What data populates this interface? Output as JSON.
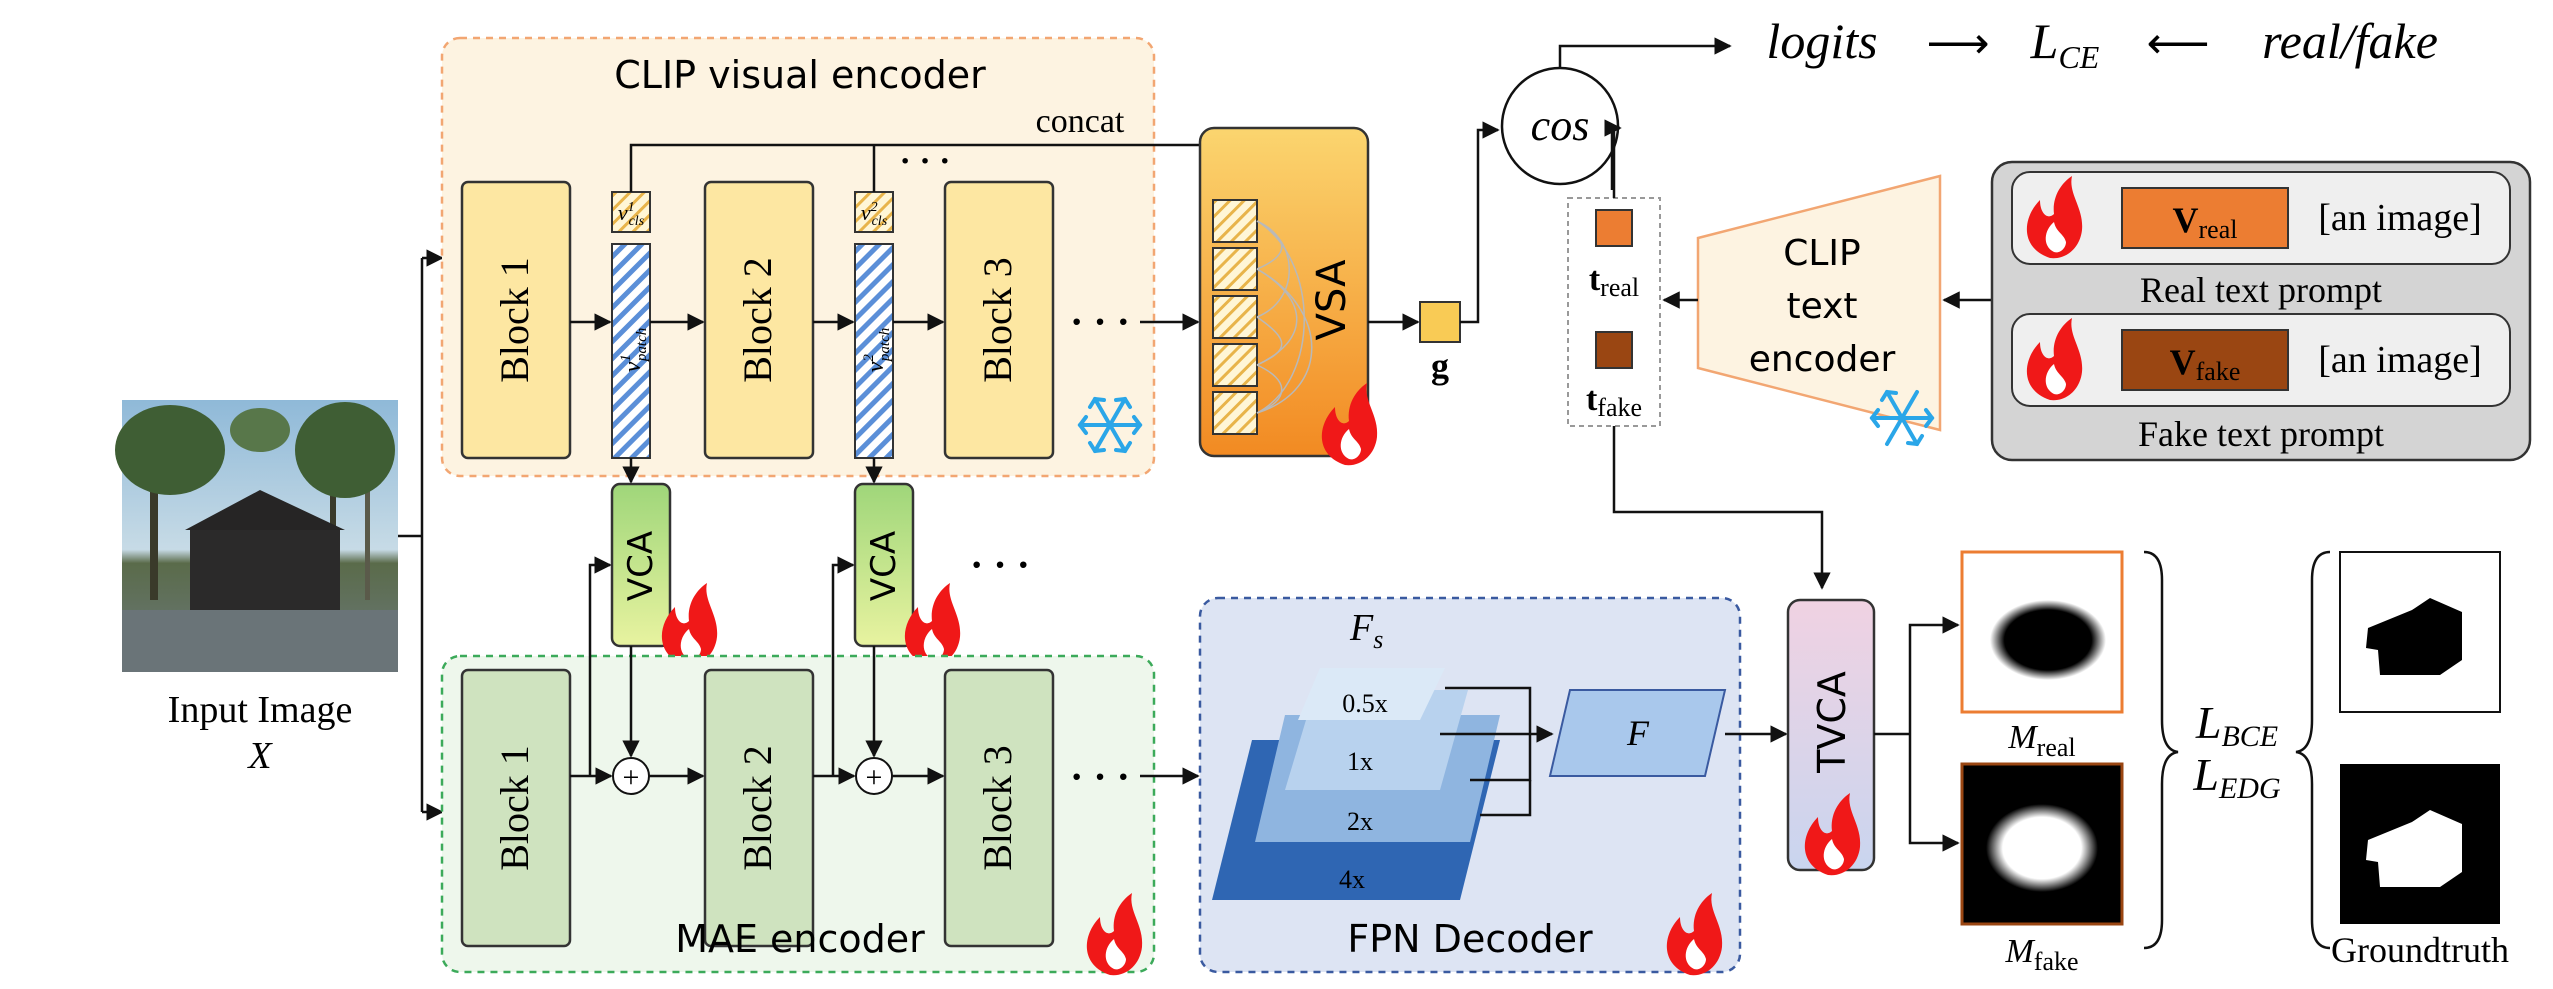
{
  "input": {
    "label": "Input Image",
    "var": "X"
  },
  "clip_visual": {
    "title": "CLIP visual encoder",
    "blocks": [
      "Block 1",
      "Block 2",
      "Block 3"
    ],
    "ellipsis": "· · ·",
    "cls_tokens": [
      "1",
      "2"
    ],
    "cls_base": "v",
    "cls_sub": "cls",
    "patch_base": "v",
    "patch_sub": "patch",
    "concat_label": "concat"
  },
  "vsa": {
    "label": "VSA"
  },
  "vca": {
    "labels": [
      "VCA",
      "VCA"
    ],
    "ellipsis": "· · ·"
  },
  "mae": {
    "title": "MAE encoder",
    "blocks": [
      "Block 1",
      "Block 2",
      "Block 3"
    ],
    "plus": "+",
    "ellipsis": "· · ·"
  },
  "fpn": {
    "title": "FPN Decoder",
    "fs_label": "F",
    "fs_sub": "s",
    "scales": [
      "0.5x",
      "1x",
      "2x",
      "4x"
    ],
    "f_label": "F"
  },
  "g_label": "g",
  "cos_label": "cos",
  "top_row": {
    "logits": "logits",
    "arrow1": "⟶",
    "loss": "L",
    "loss_sub": "CE",
    "arrow2": "⟵",
    "realfake": "real/fake"
  },
  "text_tokens": {
    "base": "t",
    "real_sub": "real",
    "fake_sub": "fake"
  },
  "clip_text": {
    "lines": [
      "CLIP",
      "text",
      "encoder"
    ]
  },
  "prompts": [
    {
      "v": "V",
      "sub": "real",
      "suffix": "[an image]",
      "caption": "Real text prompt"
    },
    {
      "v": "V",
      "sub": "fake",
      "suffix": "[an image]",
      "caption": "Fake text prompt"
    }
  ],
  "tvca": {
    "label": "TVCA"
  },
  "masks": {
    "real_base": "M",
    "real_sub": "real",
    "fake_base": "M",
    "fake_sub": "fake"
  },
  "losses": {
    "bce": "L",
    "bce_sub": "BCE",
    "edg": "L",
    "edg_sub": "EDG"
  },
  "groundtruth": {
    "label": "Groundtruth"
  },
  "colors": {
    "clip_bg": "#fdf3e1",
    "clip_border": "#f2a672",
    "block_yellow": "#fde7a2",
    "block_green": "#cfe3bf",
    "mae_bg": "#eef7ec",
    "mae_border": "#3caa5a",
    "fpn_bg": "#dde4f3",
    "fpn_border": "#3a5aa0",
    "vsa": "#f7a93c",
    "vca": "#b8e08c",
    "tvca": "#e4dcee",
    "t_real": "#ec7d32",
    "t_fake": "#9a4612",
    "prompt_bg": "#d4d4d4",
    "fire": "#f01818",
    "snow": "#2aa6e8"
  }
}
